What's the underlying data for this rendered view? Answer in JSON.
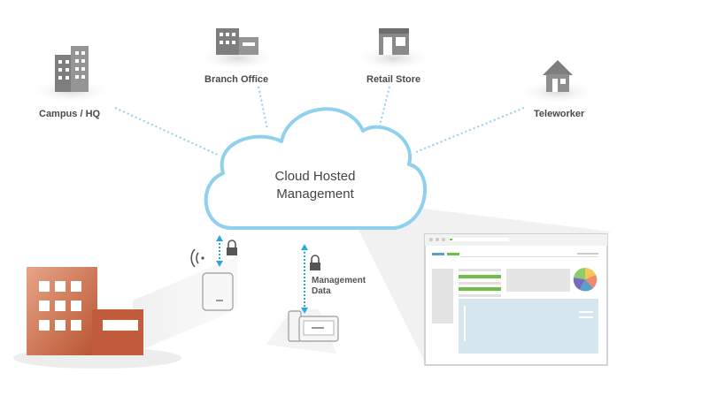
{
  "sites": {
    "campus": "Campus / HQ",
    "branch": "Branch Office",
    "retail": "Retail Store",
    "teleworker": "Teleworker"
  },
  "cloud": {
    "line1": "Cloud Hosted",
    "line2": "Management"
  },
  "management": {
    "line1": "Management",
    "line2": "Data"
  },
  "icons": [
    "campus-building-icon",
    "branch-office-icon",
    "retail-store-icon",
    "teleworker-house-icon",
    "lock-icon",
    "wifi-icon",
    "access-point-icon",
    "security-appliance-icon",
    "cloud-icon",
    "dashboard-window"
  ],
  "colors": {
    "cloud_stroke": "#8fd0ee",
    "arrow": "#2aa7e0",
    "building": "#c9644a",
    "dashboard_green": "#6cc04a"
  }
}
